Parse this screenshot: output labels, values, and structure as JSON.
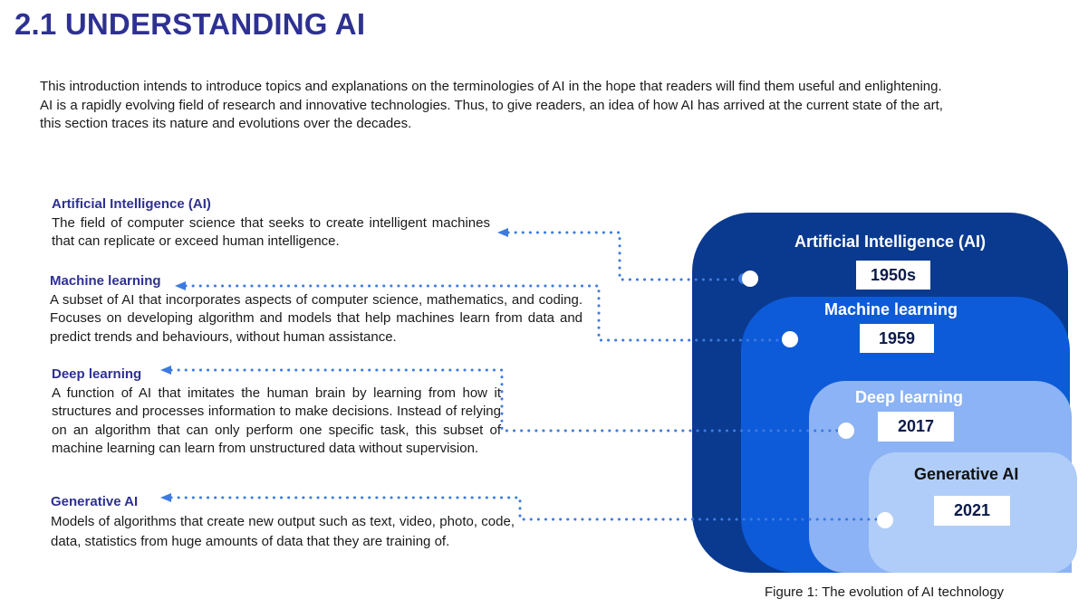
{
  "page": {
    "title": "2.1 UNDERSTANDING AI",
    "intro_lines": [
      "This introduction intends to introduce topics and explanations on the terminologies of AI in the hope that readers will find them useful and enlightening.",
      "AI is a rapidly evolving field of research and innovative technologies. Thus, to give readers, an idea of how AI has arrived at the current state of the art,",
      "this section traces its nature and evolutions over the decades."
    ]
  },
  "terms": [
    {
      "heading": "Artificial Intelligence (AI)",
      "description": "The field of computer science that seeks to create intelligent machines that can replicate or exceed human intelligence."
    },
    {
      "heading": "Machine learning",
      "description": "A subset of AI that incorporates aspects of computer science, mathematics, and coding. Focuses on developing algorithm and models that help machines learn from data and predict trends and behaviours, without human assistance."
    },
    {
      "heading": "Deep learning",
      "description": "A function of AI that imitates the human brain by learning from how it structures and processes information to make decisions. Instead of relying on an algorithm that can only perform one specific task, this subset of machine learning can learn from unstructured data without supervision."
    },
    {
      "heading": "Generative AI",
      "description": "Models of algorithms that create new output such as text, video, photo, code, data, statistics from huge amounts of data that they are training of."
    }
  ],
  "figure": {
    "layers": [
      {
        "label": "Artificial Intelligence (AI)",
        "year": "1950s",
        "color": "#0a3a8f",
        "label_color": "#ffffff"
      },
      {
        "label": "Machine learning",
        "year": "1959",
        "color": "#0d5bd8",
        "label_color": "#ffffff"
      },
      {
        "label": "Deep learning",
        "year": "2017",
        "color": "#8bb3f5",
        "label_color": "#ffffff"
      },
      {
        "label": "Generative AI",
        "year": "2021",
        "color": "#b0cdf9",
        "label_color": "#111111"
      }
    ],
    "caption": "Figure 1: The evolution of AI technology",
    "connector_color": "#3d7be0",
    "heading_color": "#2e3192"
  }
}
